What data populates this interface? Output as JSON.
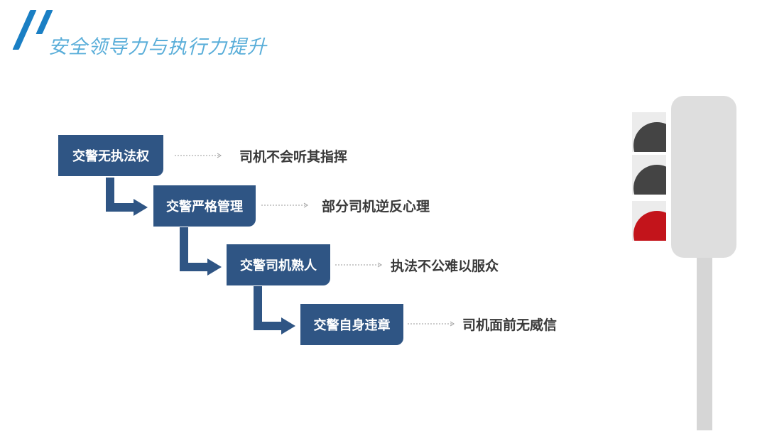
{
  "slide": {
    "title": "安全领导力与执行力提升"
  },
  "flow": {
    "steps": [
      {
        "cause": "交警无执法权",
        "effect": "司机不会听其指挥"
      },
      {
        "cause": "交警严格管理",
        "effect": "部分司机逆反心理"
      },
      {
        "cause": "交警司机熟人",
        "effect": "执法不公难以服众"
      },
      {
        "cause": "交警自身违章",
        "effect": "司机面前无威信"
      }
    ]
  },
  "colors": {
    "box": "#2f5584",
    "title": "#5aaed9",
    "accent_stripe": "#1a7fc4",
    "lamp_off": "#444444",
    "lamp_red": "#c3141b",
    "pole": "#d6d6d6"
  },
  "decorations": {
    "traffic_light": {
      "lamps": [
        "off",
        "off",
        "red"
      ]
    }
  }
}
